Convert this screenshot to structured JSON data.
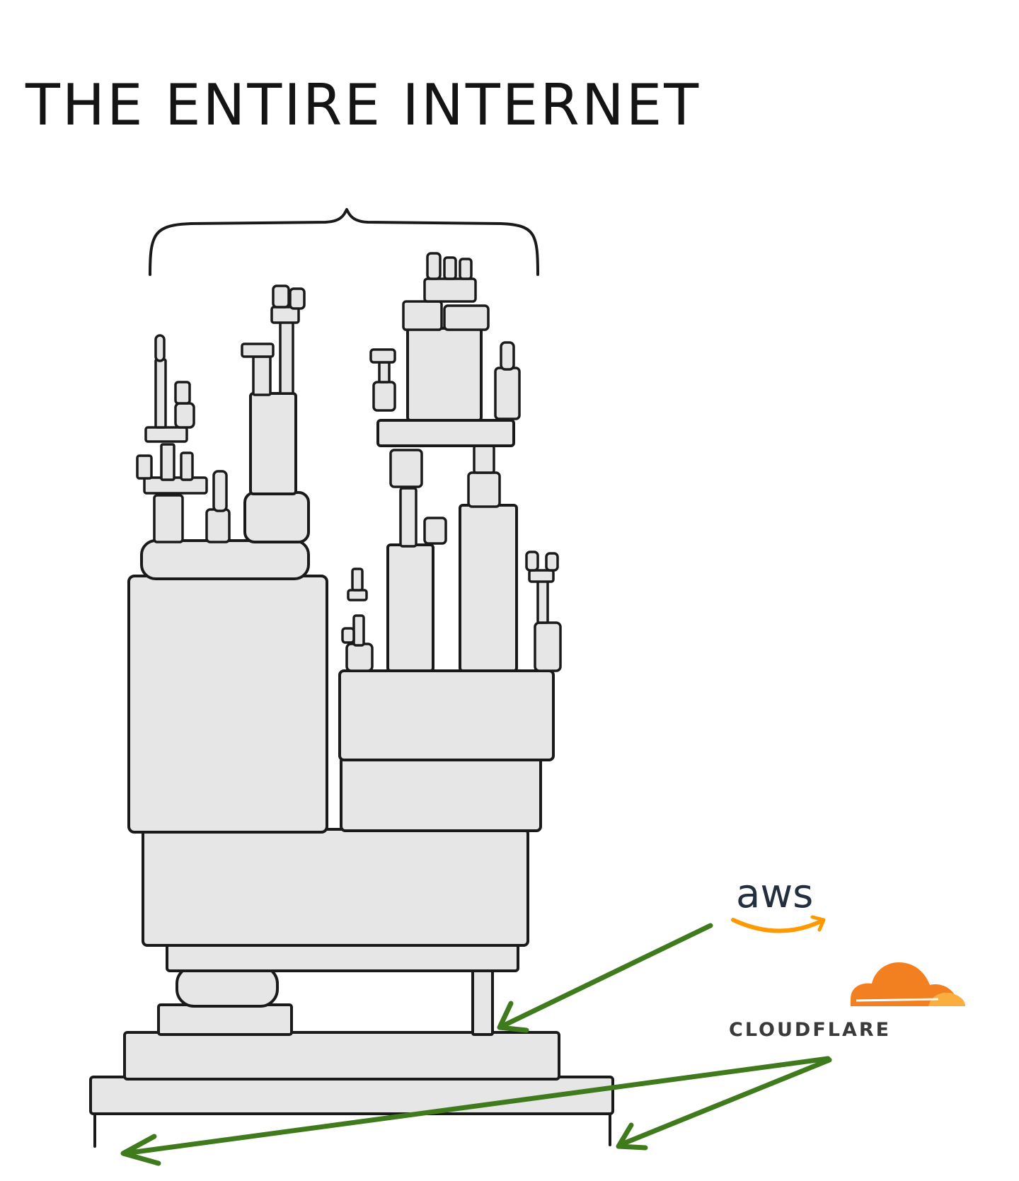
{
  "title": "THE ENTIRE INTERNET",
  "logos": {
    "aws": {
      "text": "aws",
      "brand_color": "#ff9900",
      "text_color": "#232f3e"
    },
    "cloudflare": {
      "text": "CLOUDFLARE",
      "brand_color": "#f38020",
      "text_color": "#3a3a3a"
    }
  },
  "colors": {
    "arrow": "#3f7a1c",
    "block_fill": "#e6e6e6",
    "outline": "#1a1a1a"
  }
}
